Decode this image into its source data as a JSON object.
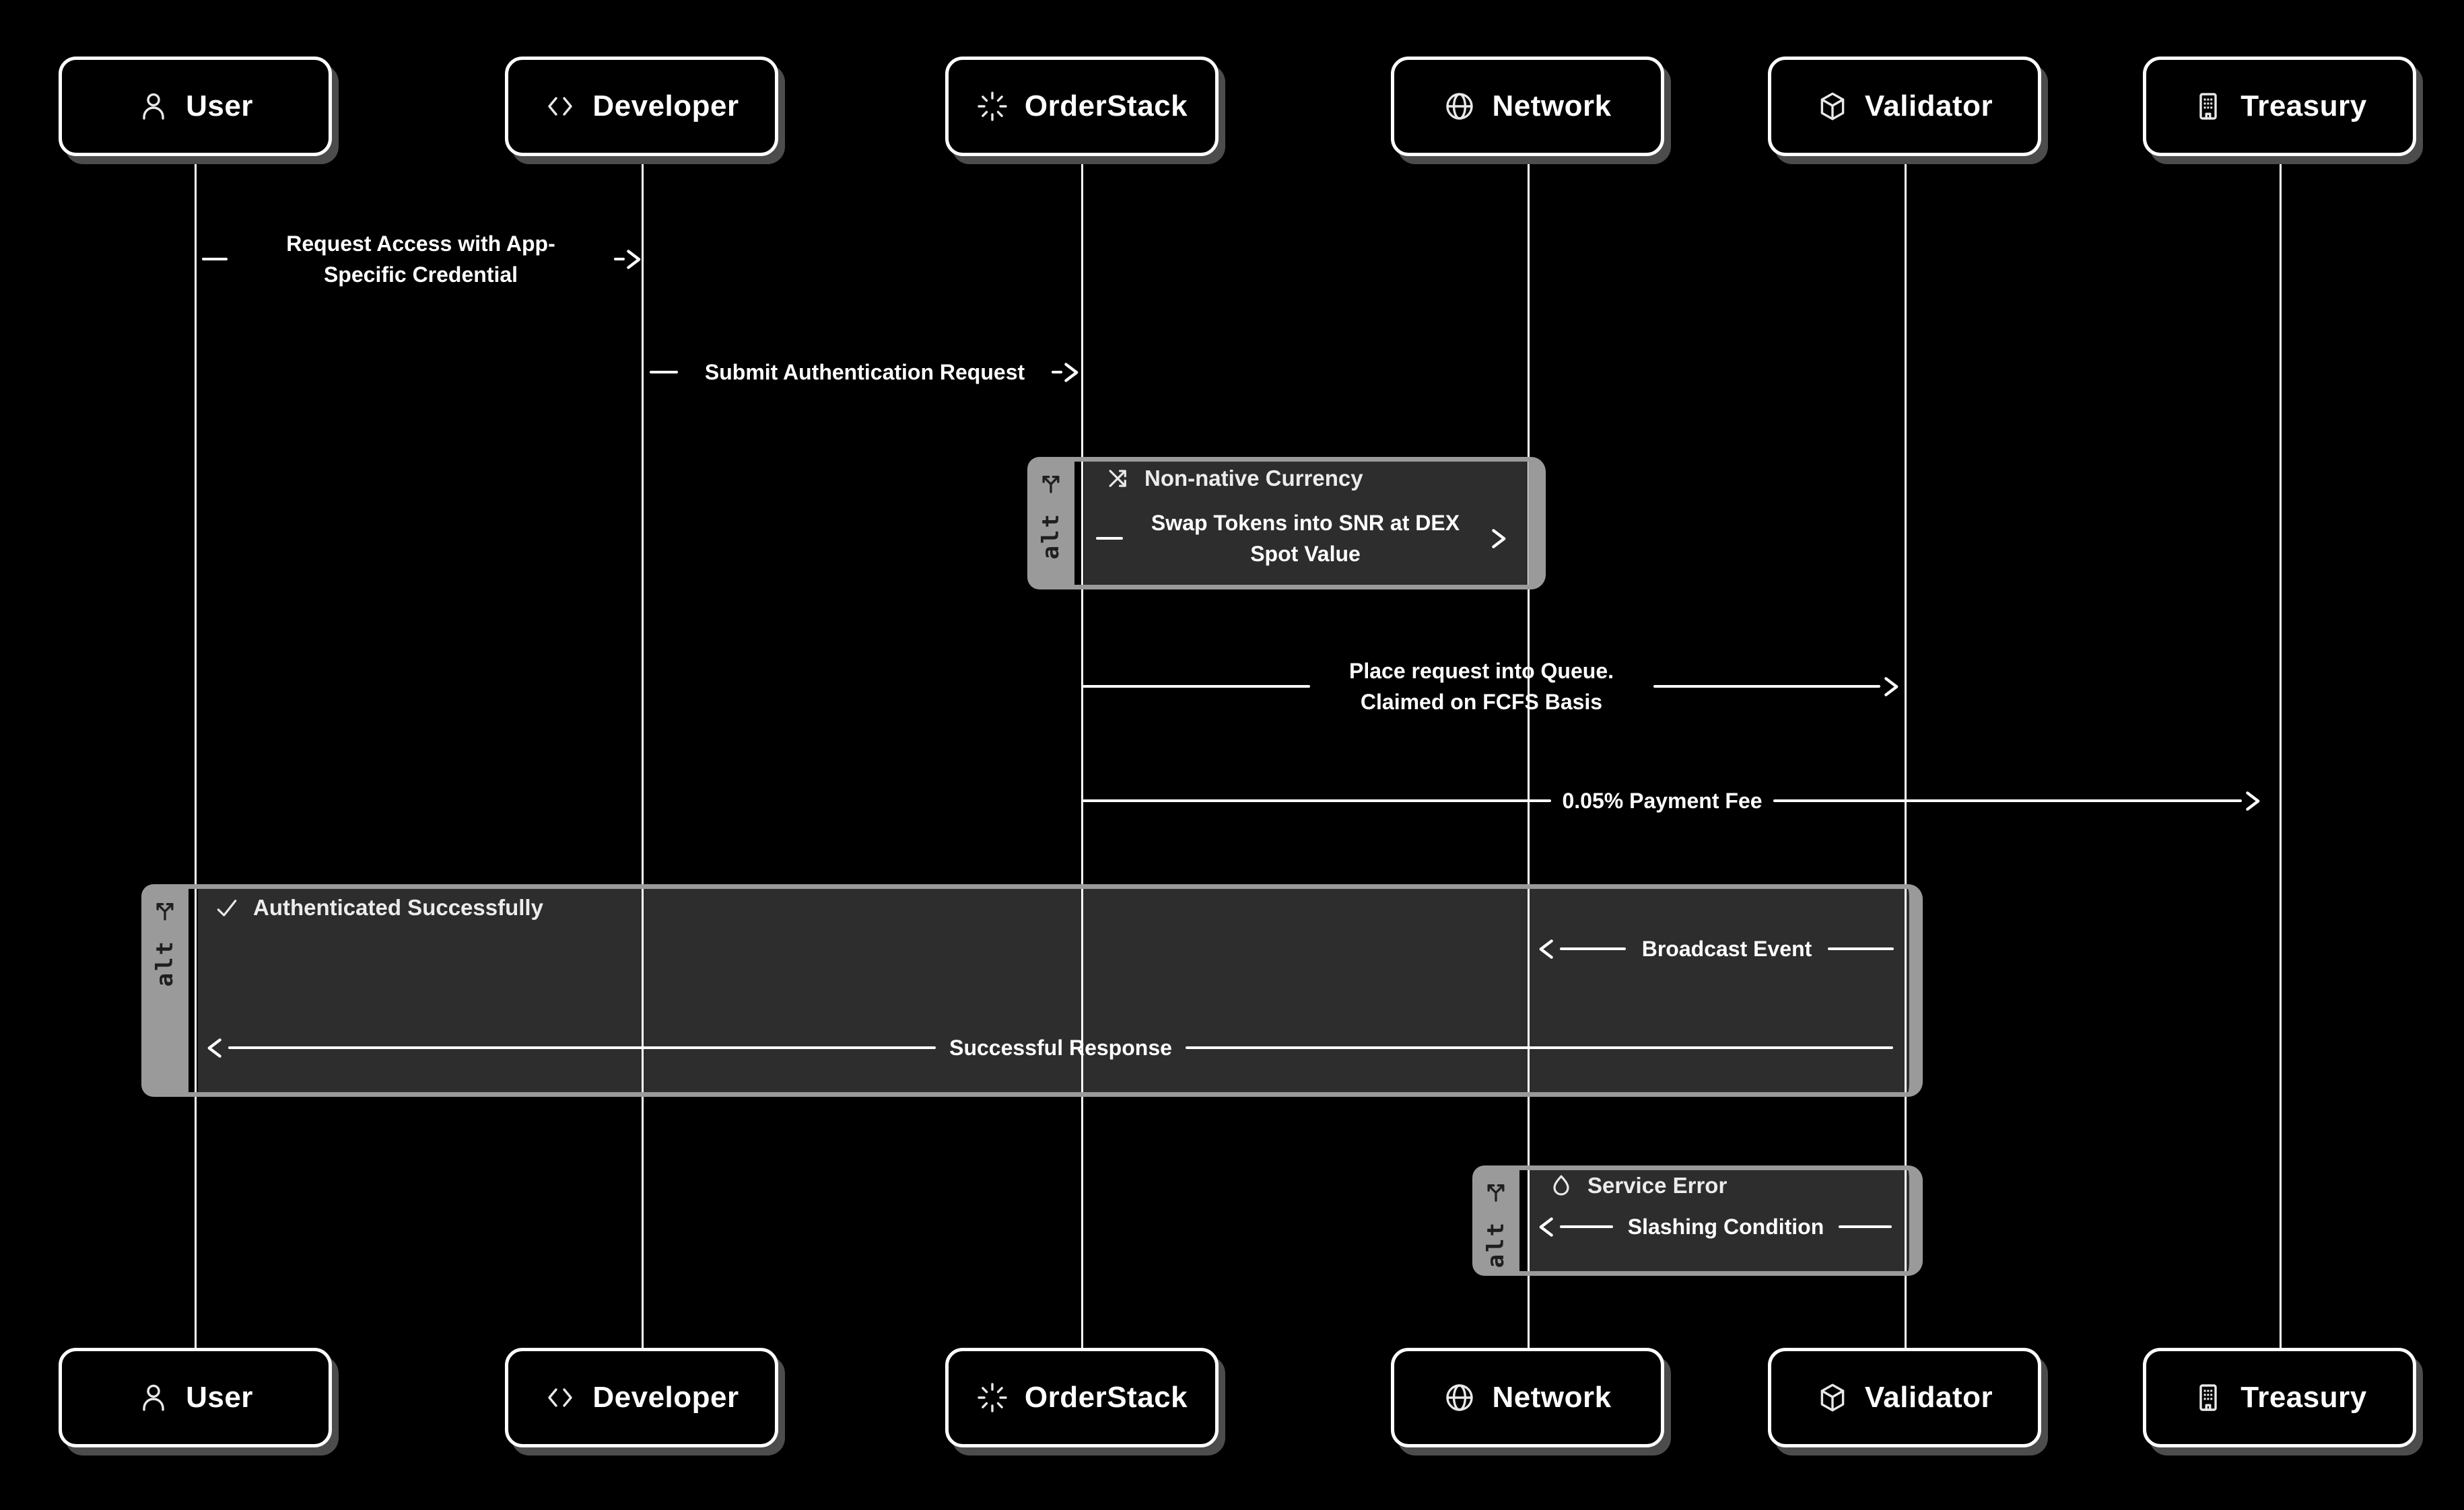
{
  "colors": {
    "bg": "#000000",
    "line": "#ffffff",
    "frame": "#9a9a9a",
    "panel": "#2d2d2d",
    "shadow": "#4c4c4c",
    "icon": "#e9e9e9",
    "title": "#ececec",
    "tag": "#1f1f1f"
  },
  "diagram": {
    "actors": [
      {
        "label": "User",
        "icon": "user-icon"
      },
      {
        "label": "Developer",
        "icon": "code-icon"
      },
      {
        "label": "OrderStack",
        "icon": "loader-icon"
      },
      {
        "label": "Network",
        "icon": "globe-icon"
      },
      {
        "label": "Validator",
        "icon": "cube-icon"
      },
      {
        "label": "Treasury",
        "icon": "building-icon"
      }
    ],
    "frames": {
      "non_native": {
        "tag": "alt",
        "title": "Non-native Currency",
        "icon": "shuffle-icon"
      },
      "auth_success": {
        "tag": "alt",
        "title": "Authenticated Successfully",
        "icon": "check-icon"
      },
      "service_error": {
        "tag": "alt",
        "title": "Service Error",
        "icon": "flame-icon"
      }
    },
    "messages": {
      "request_access": {
        "text": "Request Access with App-Specific Credential",
        "from": "User",
        "to": "Developer",
        "direction": "right"
      },
      "submit_auth": {
        "text": "Submit Authentication Request",
        "from": "Developer",
        "to": "OrderStack",
        "direction": "right"
      },
      "swap_tokens": {
        "text": "Swap Tokens into SNR at DEX Spot Value",
        "from": "OrderStack",
        "to": "Network",
        "direction": "right"
      },
      "place_queue": {
        "text": "Place request into Queue. Claimed on FCFS Basis",
        "from": "OrderStack",
        "to": "Validator",
        "direction": "right"
      },
      "payment_fee": {
        "text": "0.05% Payment Fee",
        "from": "OrderStack",
        "to": "Treasury",
        "direction": "right"
      },
      "broadcast_event": {
        "text": "Broadcast Event",
        "from": "Validator",
        "to": "Network",
        "direction": "left"
      },
      "successful_response": {
        "text": "Successful Response",
        "from": "Validator",
        "to": "User",
        "direction": "left"
      },
      "slashing_condition": {
        "text": "Slashing Condition",
        "from": "Validator",
        "to": "Network",
        "direction": "left"
      }
    }
  }
}
